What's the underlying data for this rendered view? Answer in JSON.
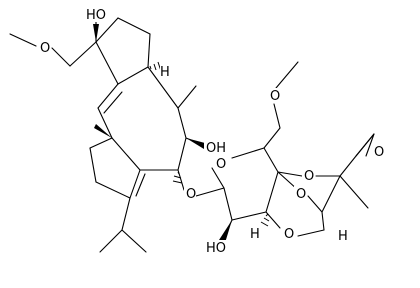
{
  "structure": {
    "labels": {
      "oh_top": "HO",
      "oh_mid": "OH",
      "oh_bottom": "HO",
      "o_methoxy_left": "O",
      "o_methoxy_right": "O",
      "o_glycoside": "O",
      "o_ring": "O",
      "o_cage_a": "O",
      "o_cage_b": "O",
      "o_cage_c": "O",
      "o_epoxide": "O",
      "h_top": "H",
      "h_bottom": "H",
      "h_cage": "H"
    }
  }
}
